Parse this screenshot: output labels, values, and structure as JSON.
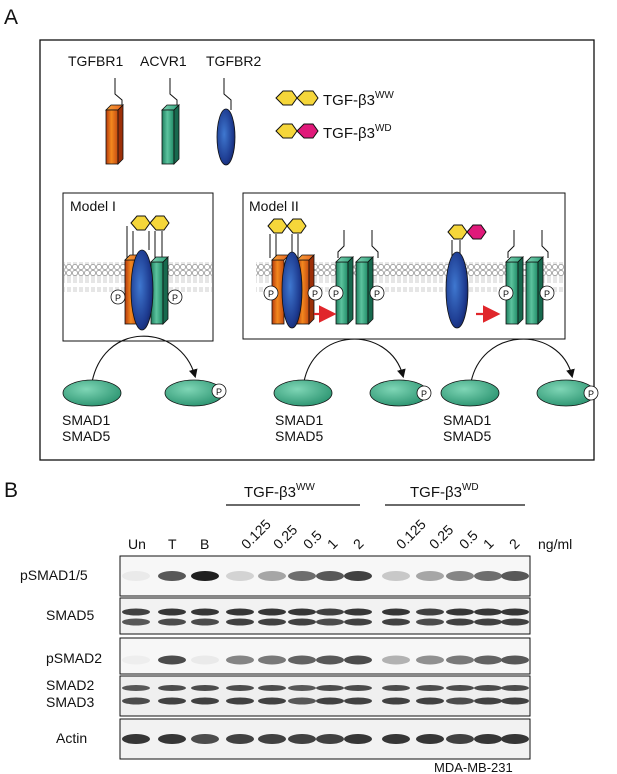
{
  "panelA": {
    "letter": "A",
    "receptors": [
      "TGFBR1",
      "ACVR1",
      "TGFBR2"
    ],
    "ligands": [
      {
        "base": "TGF-β3",
        "sup": "WW"
      },
      {
        "base": "TGF-β3",
        "sup": "WD"
      }
    ],
    "model1": {
      "title": "Model I"
    },
    "model2": {
      "title": "Model II"
    },
    "phospho": "P",
    "smad_lines": [
      "SMAD1",
      "SMAD5"
    ],
    "colors": {
      "tgfbr1": "#e8641e",
      "acvr1": "#2fa37c",
      "tgfbr2": "#1d3a8f",
      "ligand_w": "#f5d63a",
      "ligand_d": "#e0197a",
      "arrow": "#e0262b",
      "smad": "#2fa37c"
    }
  },
  "panelB": {
    "letter": "B",
    "groups": [
      {
        "base": "TGF-β3",
        "sup": "WW"
      },
      {
        "base": "TGF-β3",
        "sup": "WD"
      }
    ],
    "lanes": [
      "Un",
      "T",
      "B",
      "0.125",
      "0.25",
      "0.5",
      "1",
      "2",
      "0.125",
      "0.25",
      "0.5",
      "1",
      "2"
    ],
    "unit": "ng/ml",
    "rows": [
      "pSMAD1/5",
      "SMAD5",
      "pSMAD2",
      "SMAD2",
      "SMAD3",
      "Actin"
    ],
    "cell_line": "MDA-MB-231"
  }
}
